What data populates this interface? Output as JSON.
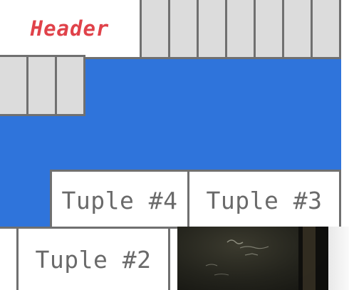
{
  "page": {
    "header_label": "Header",
    "tuples": [
      "Tuple #4",
      "Tuple #3",
      "Tuple #2"
    ]
  },
  "colors": {
    "free_space": "#2f74db",
    "slot_fill": "#dcdcdc",
    "cell_border": "#707070",
    "header_text": "#e0424a",
    "tuple_text": "#6a6a6a"
  },
  "video_overlay": {
    "present": true,
    "content": "lecture-camera-feed"
  }
}
